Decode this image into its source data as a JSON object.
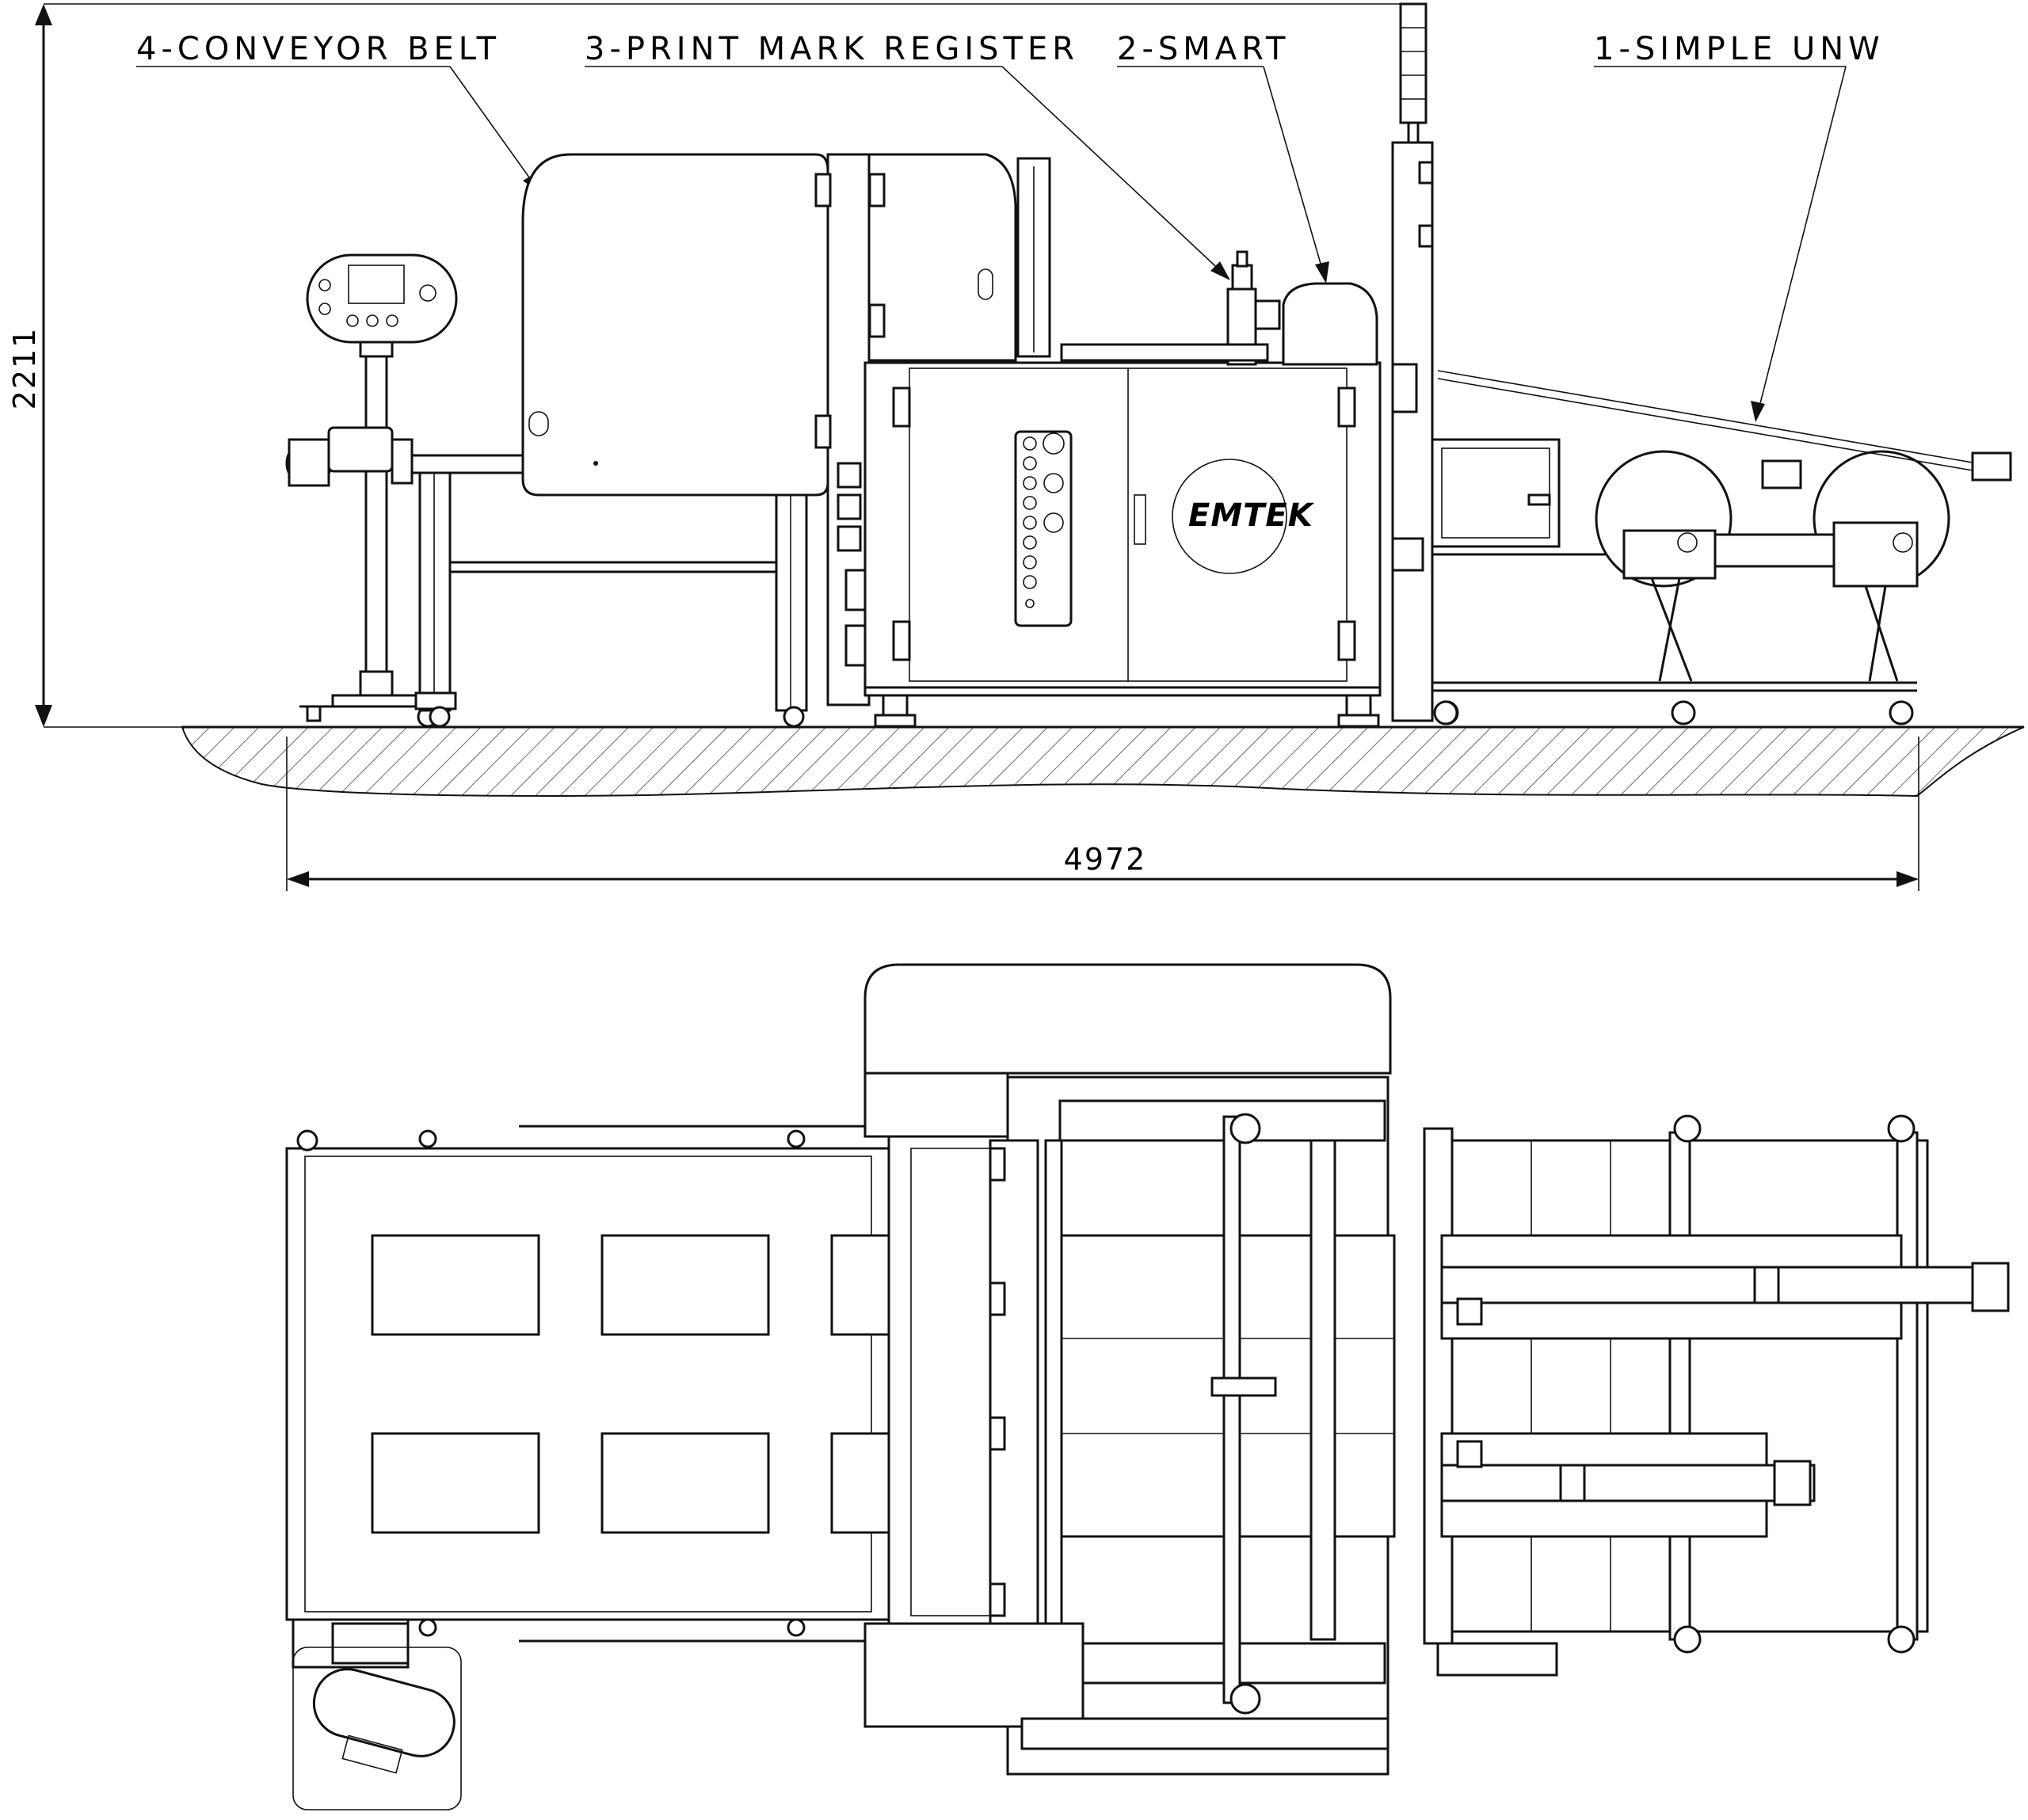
{
  "labels": {
    "conveyor": "4-CONVEYOR BELT",
    "print_mark": "3-PRINT MARK REGISTER",
    "smart": "2-SMART",
    "unwinder": "1-SIMPLE UNW"
  },
  "dimensions": {
    "height": "2211",
    "width": "4972"
  },
  "brand": "EMTEK",
  "colors": {
    "line": "#111111",
    "background": "#ffffff"
  }
}
